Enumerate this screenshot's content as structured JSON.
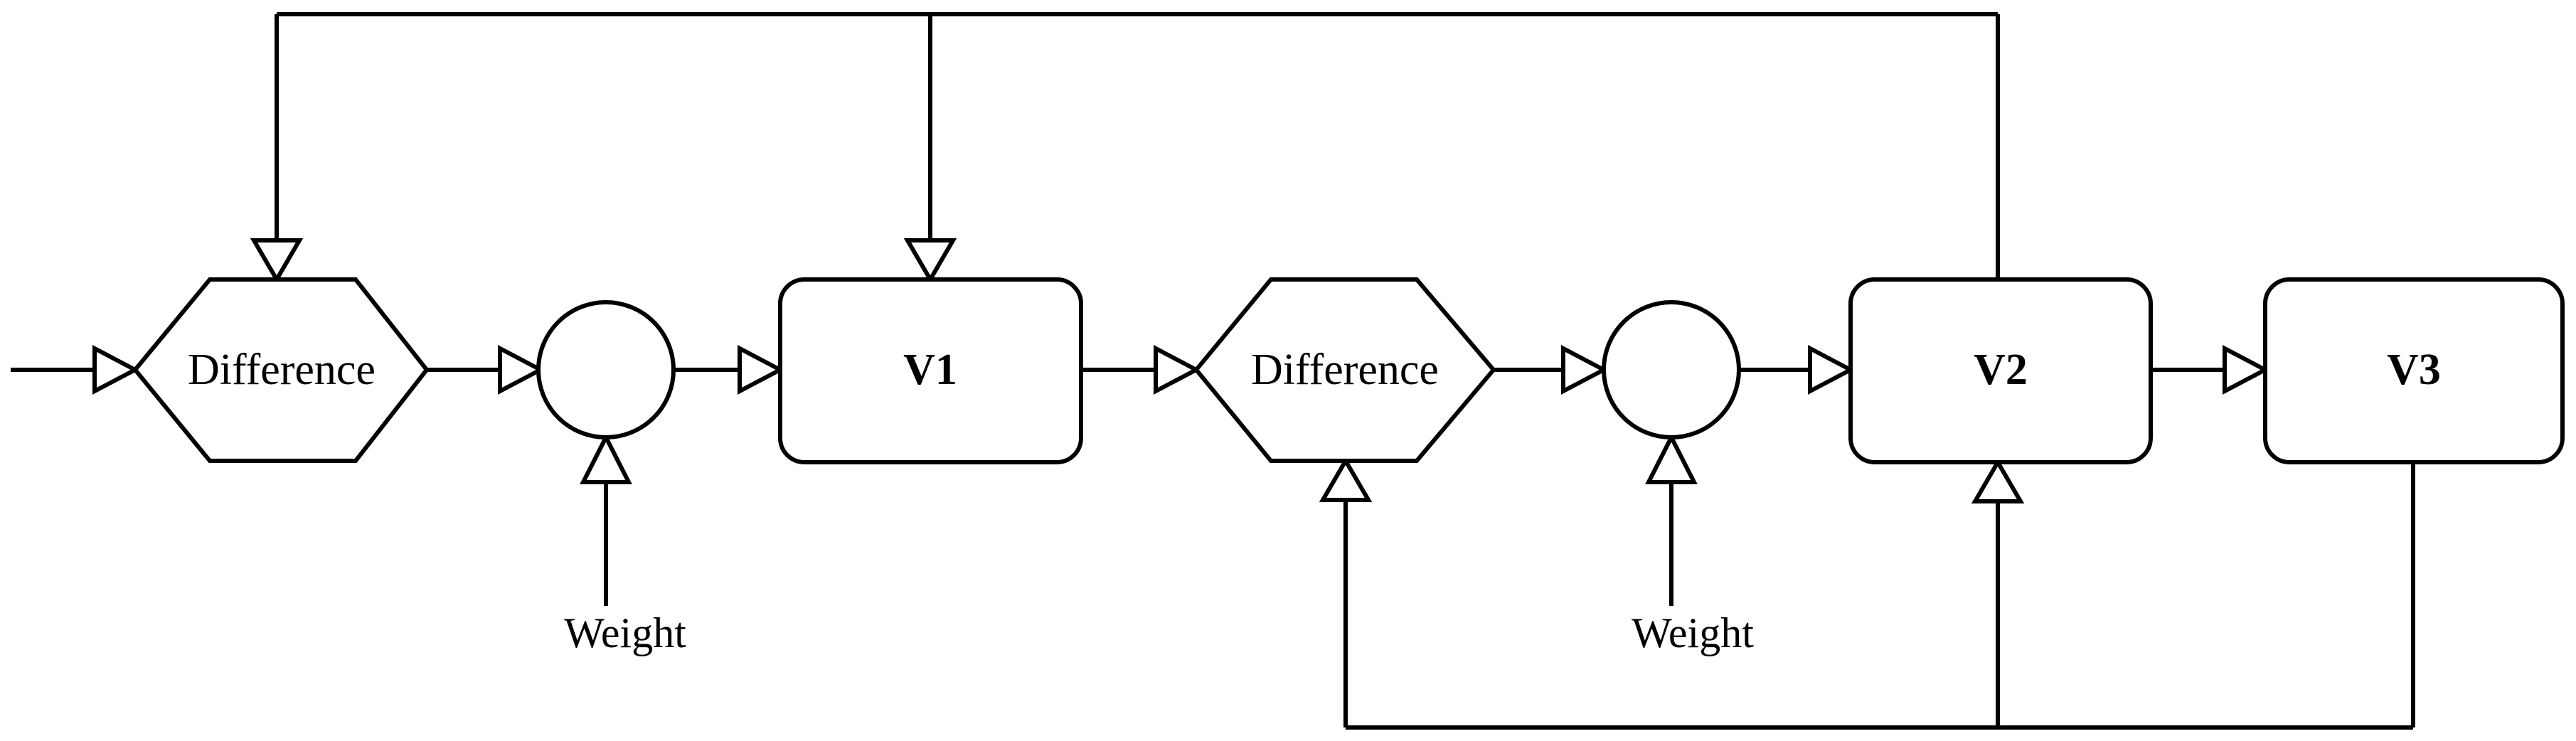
{
  "diagram": {
    "type": "block-flow-diagram",
    "background_color": "#ffffff",
    "line_color": "#000000",
    "nodes": [
      {
        "id": "difference1",
        "label": "Difference",
        "shape": "hexagon"
      },
      {
        "id": "sum1",
        "label": "",
        "shape": "circle"
      },
      {
        "id": "v1",
        "label": "V1",
        "shape": "rounded-rectangle"
      },
      {
        "id": "difference2",
        "label": "Difference",
        "shape": "hexagon"
      },
      {
        "id": "sum2",
        "label": "",
        "shape": "circle"
      },
      {
        "id": "v2",
        "label": "V2",
        "shape": "rounded-rectangle"
      },
      {
        "id": "v3",
        "label": "V3",
        "shape": "rounded-rectangle"
      }
    ],
    "edge_labels": [
      {
        "id": "weight1",
        "label": "Weight"
      },
      {
        "id": "weight2",
        "label": "Weight"
      }
    ],
    "edges": [
      {
        "from": "input",
        "to": "difference1",
        "port": "left"
      },
      {
        "from": "difference1",
        "to": "sum1",
        "port": "left"
      },
      {
        "from": "sum1",
        "to": "v1",
        "port": "left"
      },
      {
        "from": "v1",
        "to": "difference2",
        "port": "left"
      },
      {
        "from": "difference2",
        "to": "sum2",
        "port": "left"
      },
      {
        "from": "sum2",
        "to": "v2",
        "port": "left"
      },
      {
        "from": "v2",
        "to": "v3",
        "port": "left"
      },
      {
        "from": "weight1",
        "to": "sum1",
        "port": "bottom"
      },
      {
        "from": "weight2",
        "to": "sum2",
        "port": "bottom"
      },
      {
        "from": "v2-top",
        "to": "difference1",
        "port": "top"
      },
      {
        "from": "v2-top",
        "to": "v1",
        "port": "top"
      },
      {
        "from": "v3-bottom",
        "to": "difference2",
        "port": "bottom"
      },
      {
        "from": "v3-bottom",
        "to": "v2",
        "port": "bottom"
      }
    ]
  }
}
